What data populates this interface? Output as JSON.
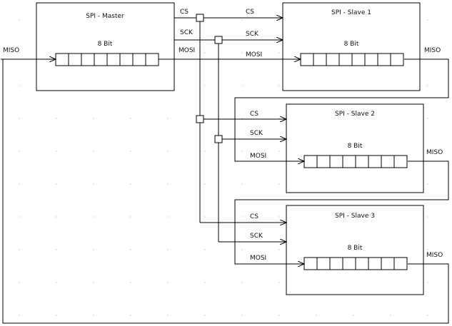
{
  "master": {
    "title": "SPI - Master",
    "register": "8 Bit",
    "pins": {
      "cs": "CS",
      "sck": "SCK",
      "mosi": "MOSI",
      "miso": "MISO"
    }
  },
  "slaves": [
    {
      "title": "SPI - Slave 1",
      "register": "8 Bit",
      "cs": "CS",
      "sck": "SCK",
      "mosi": "MOSI",
      "miso": "MISO"
    },
    {
      "title": "SPI - Slave 2",
      "register": "8 Bit",
      "cs": "CS",
      "sck": "SCK",
      "mosi": "MOSI",
      "miso": "MISO"
    },
    {
      "title": "SPI - Slave 3",
      "register": "8 Bit",
      "cs": "CS",
      "sck": "SCK",
      "mosi": "MOSI",
      "miso": "MISO"
    }
  ],
  "register_bits": 8
}
